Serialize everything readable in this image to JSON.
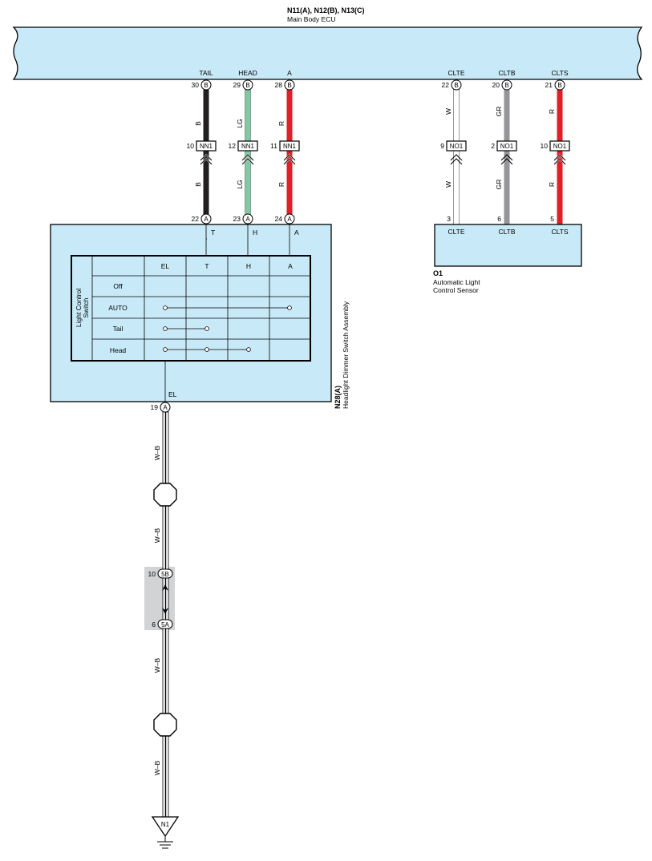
{
  "ecu": {
    "title": "N11(A), N12(B), N13(C)",
    "name": "Main Body ECU",
    "terminals": [
      {
        "label": "TAIL",
        "pin": "30",
        "conn": "B"
      },
      {
        "label": "HEAD",
        "pin": "29",
        "conn": "B"
      },
      {
        "label": "A",
        "pin": "28",
        "conn": "B"
      },
      {
        "label": "CLTE",
        "pin": "22",
        "conn": "B"
      },
      {
        "label": "CLTB",
        "pin": "20",
        "conn": "B"
      },
      {
        "label": "CLTS",
        "pin": "21",
        "conn": "B"
      }
    ]
  },
  "wires": [
    {
      "color": "B",
      "hex": "#231f20",
      "jc_pin": "10",
      "jc": "NN1",
      "bottom_pin": "22",
      "bottom_conn": "A",
      "sw_label": "T"
    },
    {
      "color": "LG",
      "hex": "#7ecba1",
      "jc_pin": "12",
      "jc": "NN1",
      "bottom_pin": "23",
      "bottom_conn": "A",
      "sw_label": "H"
    },
    {
      "color": "R",
      "hex": "#e01f26",
      "jc_pin": "11",
      "jc": "NN1",
      "bottom_pin": "24",
      "bottom_conn": "A",
      "sw_label": "A"
    },
    {
      "color": "W",
      "hex": "#ffffff",
      "jc_pin": "9",
      "jc": "NO1",
      "bottom_pin": "3",
      "sw_label": "CLTE"
    },
    {
      "color": "GR",
      "hex": "#939598",
      "jc_pin": "2",
      "jc": "NO1",
      "bottom_pin": "6",
      "sw_label": "CLTB"
    },
    {
      "color": "R",
      "hex": "#e01f26",
      "jc_pin": "10",
      "jc": "NO1",
      "bottom_pin": "5",
      "sw_label": "CLTS"
    }
  ],
  "sensor": {
    "id": "O1",
    "name_line1": "Automatic Light",
    "name_line2": "Control Sensor"
  },
  "switch_assembly": {
    "id": "N28(A)",
    "name": "Headlight Dimmer Switch Assembly",
    "table_title_line1": "Light Control",
    "table_title_line2": "Switch",
    "columns": [
      "EL",
      "T",
      "H",
      "A"
    ],
    "rows": [
      "Off",
      "AUTO",
      "Tail",
      "Head"
    ],
    "el_label": "EL",
    "el_pin": "19",
    "el_conn": "A"
  },
  "ground_wire": {
    "color": "W–B",
    "connector_top_pin": "10",
    "connector_top": "5B",
    "connector_bottom_pin": "6",
    "connector_bottom": "5A",
    "ground": "N1"
  },
  "colors": {
    "component_fill": "#c8e9f7",
    "connector_shade": "#d1d3d4"
  }
}
